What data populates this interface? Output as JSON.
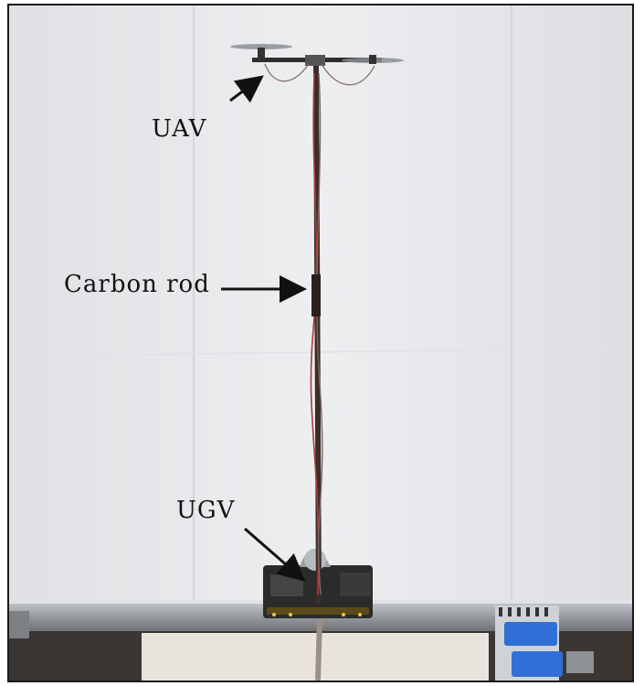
{
  "annotations": {
    "uav": "UAV",
    "carbon_rod": "Carbon rod",
    "ugv": "UGV"
  },
  "colors": {
    "background_wall": "#e9eaec",
    "wall_shadow": "#d9dbde",
    "frame_border": "#1a1a1a",
    "rail": "#8f9398",
    "cart": "#2b2b2b",
    "electronics_blue": "#2f6fd6",
    "rod": "#3a2d2a",
    "wire_red": "#b23a3a",
    "arrow": "#111111"
  }
}
